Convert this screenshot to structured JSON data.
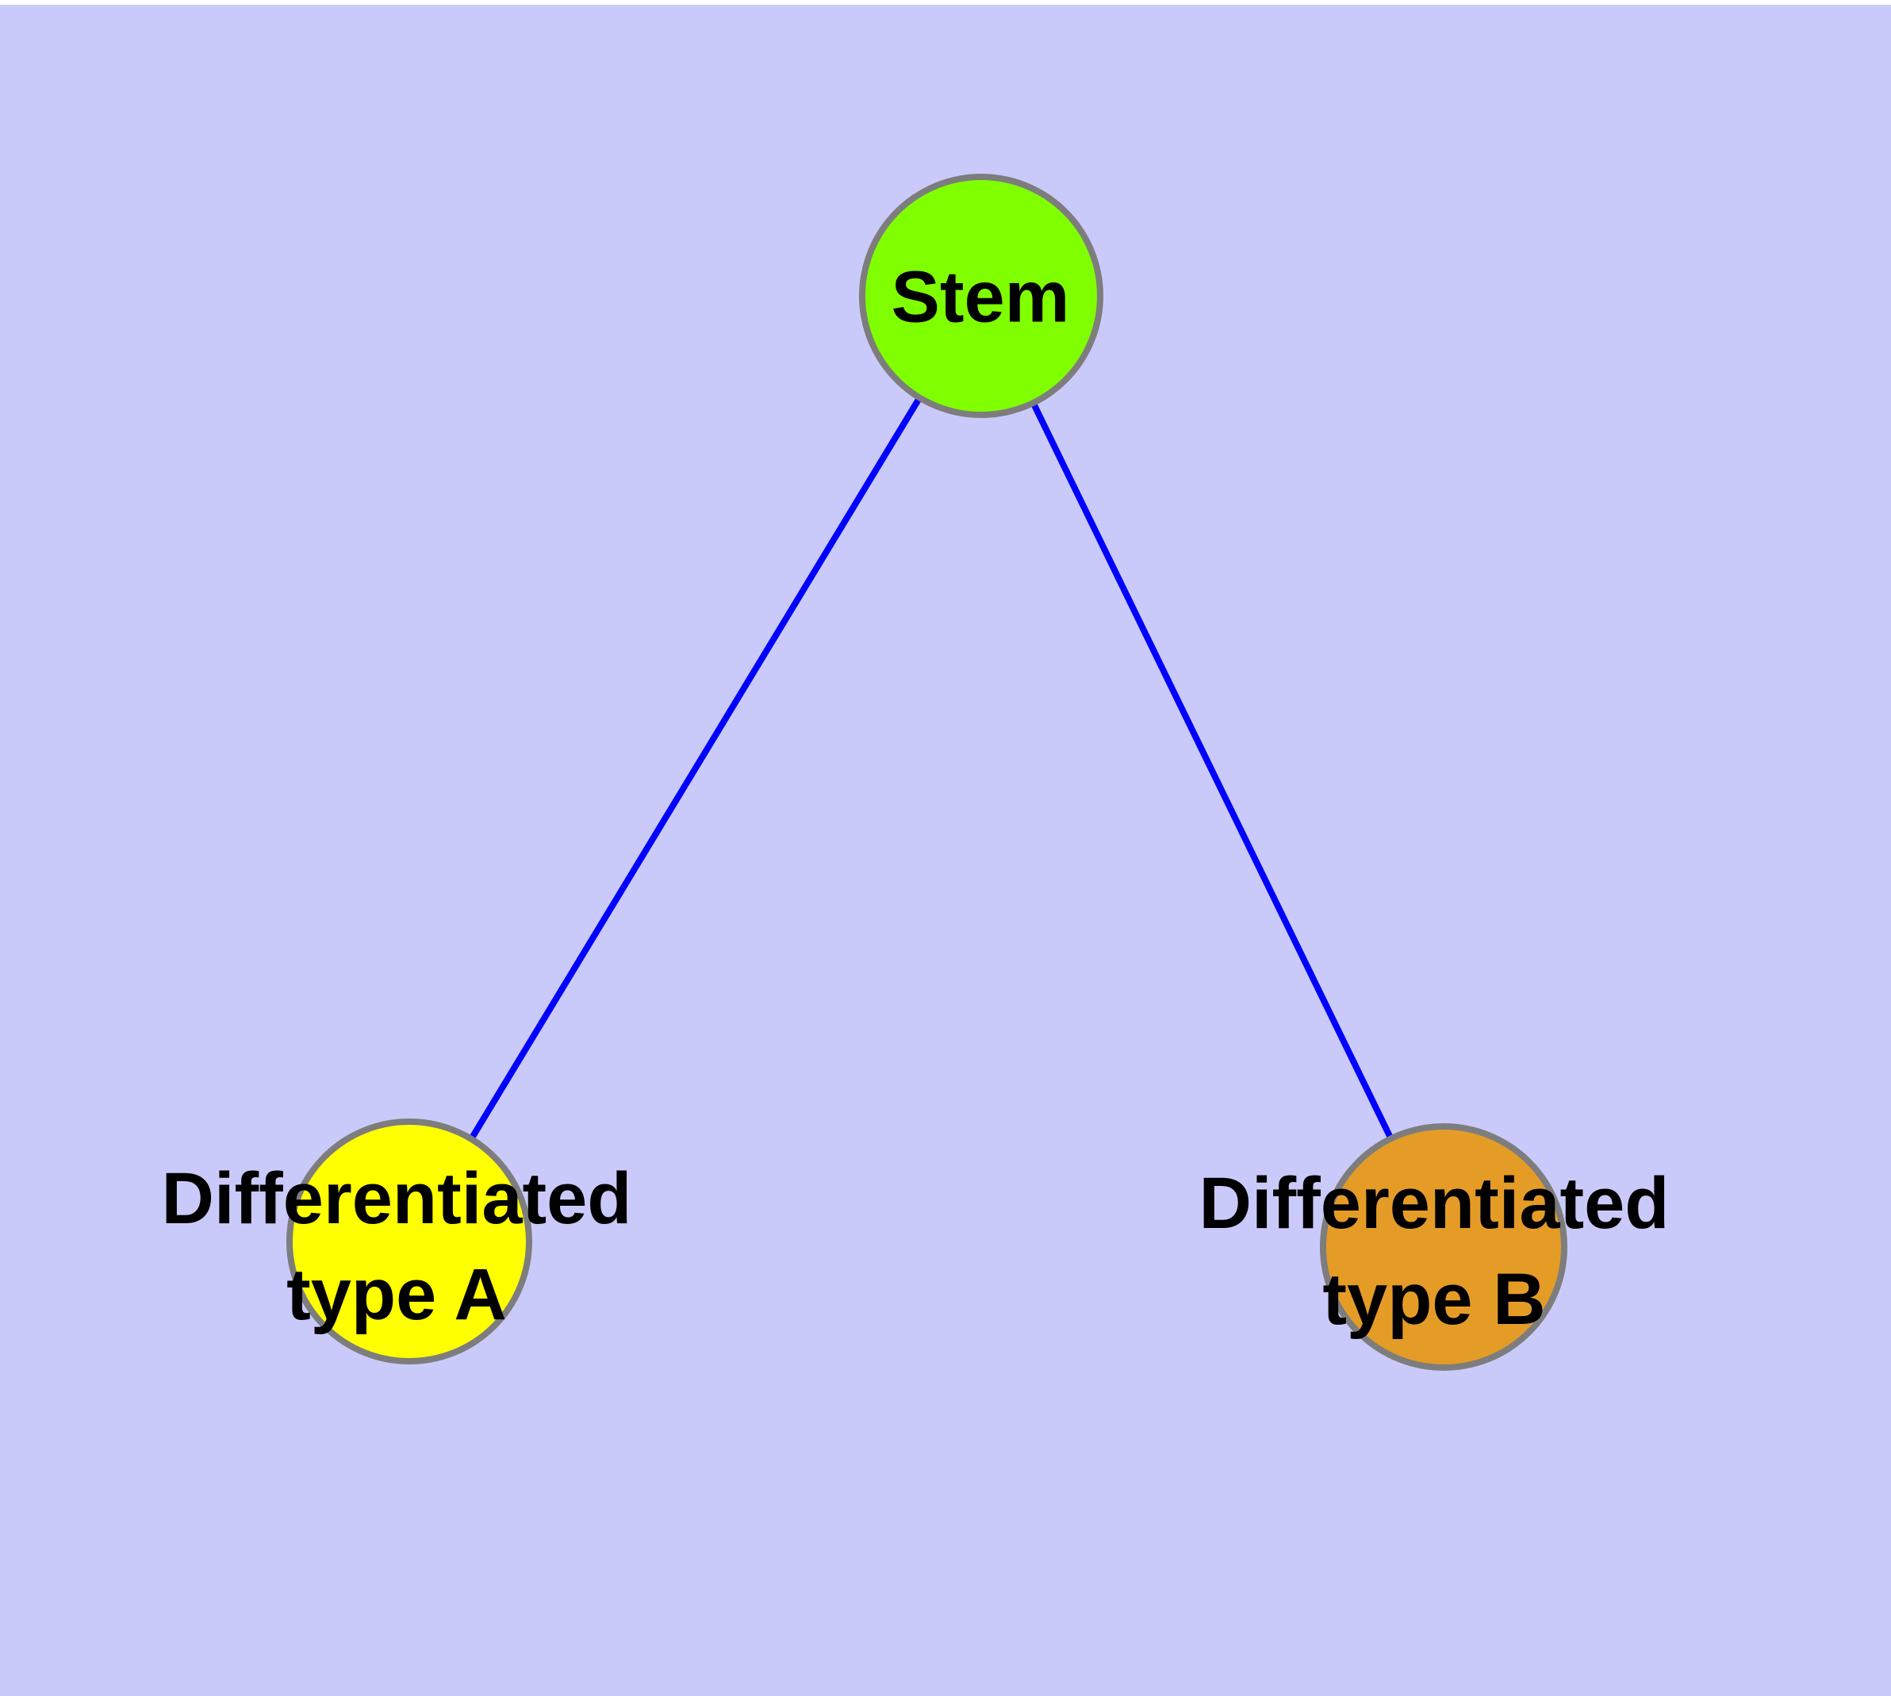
{
  "diagram": {
    "background_color": "#CACAFA",
    "top_strip_color": "#FFFFFF",
    "edge_color": "#0000FF",
    "node_border_color": "#7D7D7D",
    "nodes": [
      {
        "id": "stem",
        "label_lines": [
          "Stem"
        ],
        "color": "#7FFF00"
      },
      {
        "id": "differentiated-type-a",
        "label_lines": [
          "Differentiated",
          "type A"
        ],
        "color": "#FFFF00"
      },
      {
        "id": "differentiated-type-b",
        "label_lines": [
          "Differentiated",
          "type B"
        ],
        "color": "#E59C27"
      }
    ],
    "edges": [
      {
        "from": "Stem",
        "to": "Differentiated type A"
      },
      {
        "from": "Stem",
        "to": "Differentiated type B"
      }
    ]
  }
}
